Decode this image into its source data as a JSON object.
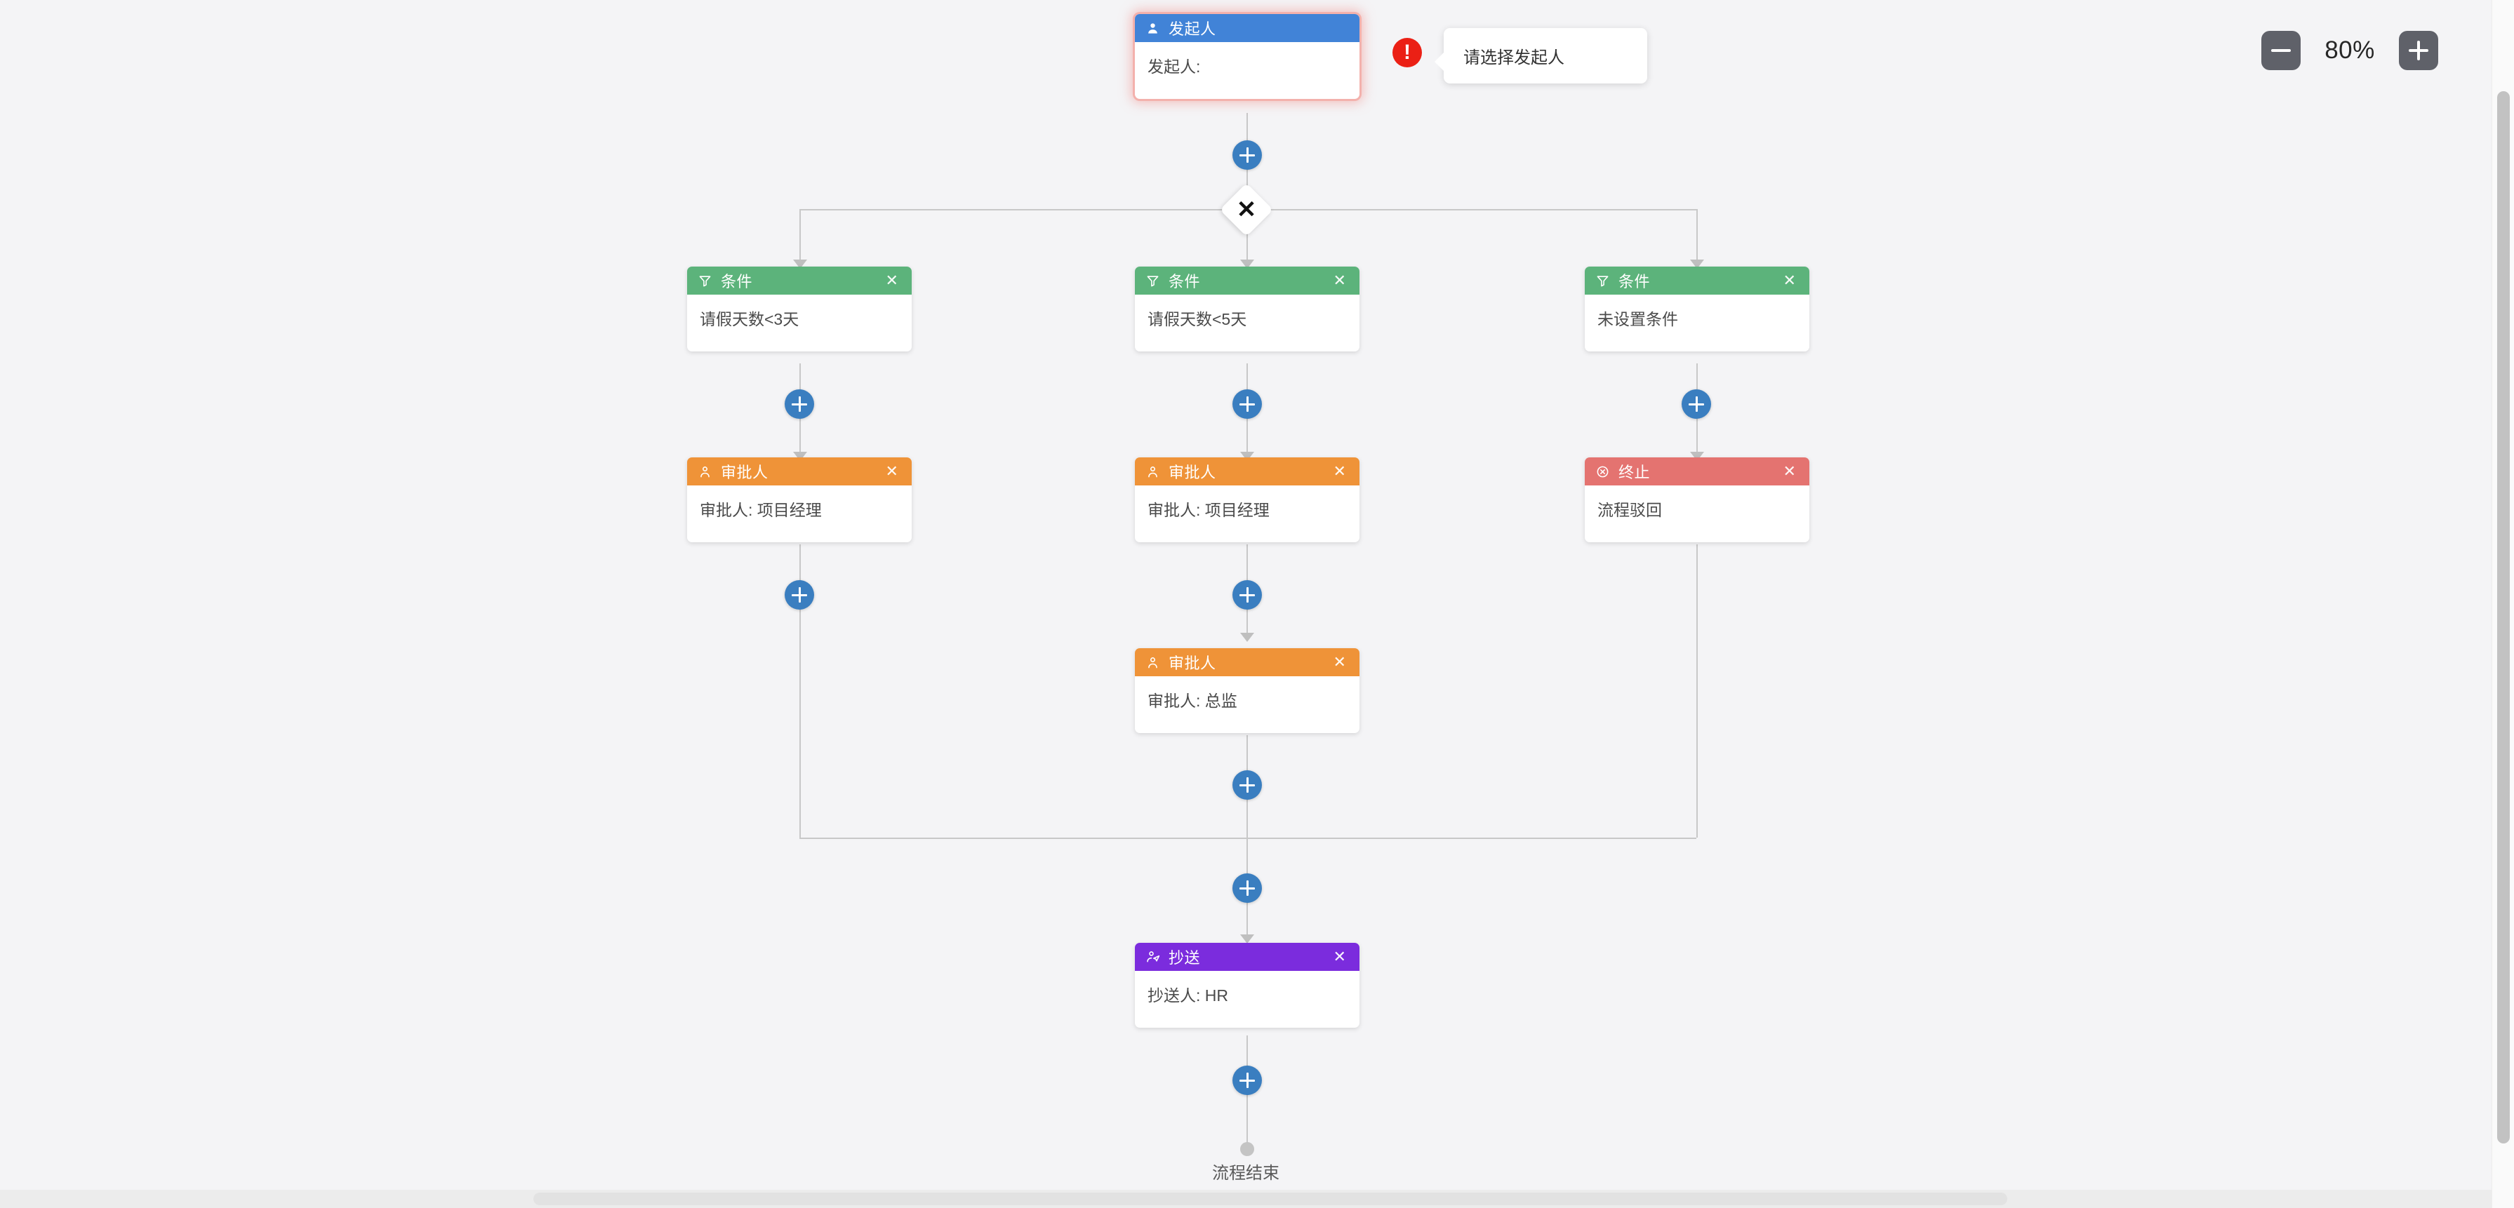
{
  "toolbar": {
    "zoom_out_label": "zoom-out",
    "zoom_level": "80%",
    "zoom_in_label": "zoom-in"
  },
  "colors": {
    "initiator": "#4183d7",
    "condition": "#5cb37b",
    "approver": "#ef9338",
    "terminate": "#e47370",
    "cc": "#7b2cdd",
    "plus": "#3a7ec0",
    "error": "#eb2015",
    "connector": "#c8c8c8",
    "canvas": "#f4f4f6"
  },
  "error": {
    "badge_glyph": "!",
    "message": "请选择发起人"
  },
  "gateway": {
    "glyph": "✕",
    "name": "branch-gateway"
  },
  "flow_end": {
    "label": "流程结束"
  },
  "nodes": {
    "initiator": {
      "type": "initiator",
      "icon": "user-filled-icon",
      "title": "发起人",
      "body": "发起人:",
      "close_glyph": "✕",
      "has_error": true
    },
    "branches": [
      {
        "condition": {
          "type": "condition",
          "icon": "filter-icon",
          "title": "条件",
          "body": "请假天数<3天",
          "close_glyph": "✕"
        },
        "steps": [
          {
            "type": "approver",
            "icon": "user-outline-icon",
            "title": "审批人",
            "body": "审批人: 项目经理",
            "close_glyph": "✕"
          }
        ]
      },
      {
        "condition": {
          "type": "condition",
          "icon": "filter-icon",
          "title": "条件",
          "body": "请假天数<5天",
          "close_glyph": "✕"
        },
        "steps": [
          {
            "type": "approver",
            "icon": "user-outline-icon",
            "title": "审批人",
            "body": "审批人: 项目经理",
            "close_glyph": "✕"
          },
          {
            "type": "approver",
            "icon": "user-outline-icon",
            "title": "审批人",
            "body": "审批人: 总监",
            "close_glyph": "✕"
          }
        ]
      },
      {
        "condition": {
          "type": "condition",
          "icon": "filter-icon",
          "title": "条件",
          "body": "未设置条件",
          "close_glyph": "✕"
        },
        "steps": [
          {
            "type": "terminate",
            "icon": "circle-x-icon",
            "title": "终止",
            "body": "流程驳回",
            "close_glyph": "✕"
          }
        ]
      }
    ],
    "cc": {
      "type": "cc",
      "icon": "user-send-icon",
      "title": "抄送",
      "body": "抄送人: HR",
      "close_glyph": "✕"
    }
  }
}
